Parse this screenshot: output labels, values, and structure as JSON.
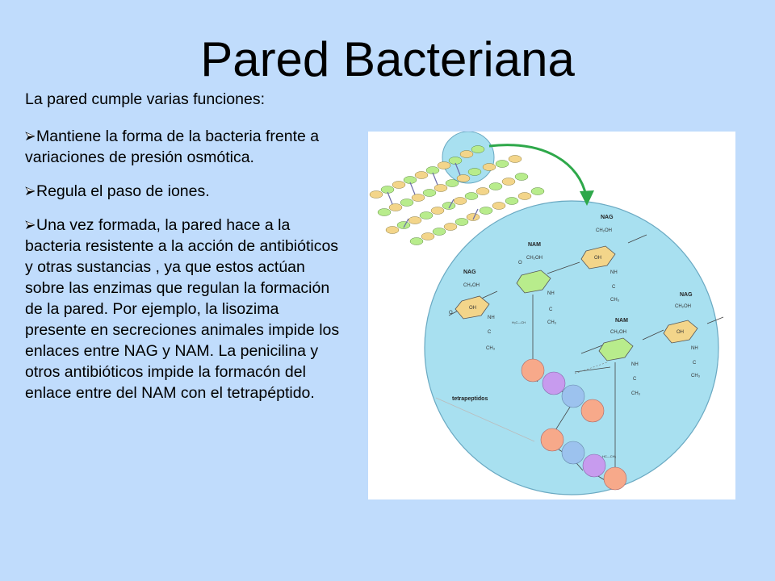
{
  "slide": {
    "title": "Pared Bacteriana",
    "intro": "La pared cumple varias funciones:",
    "bullets": [
      "Mantiene la forma de la bacteria frente a variaciones de presión osmótica.",
      "Regula el paso de iones.",
      "Una vez formada, la pared hace a la bacteria resistente a la acción de antibióticos y otras sustancias , ya que estos actúan sobre las enzimas que regulan la formación de la pared. Por ejemplo, la lisozima presente en secreciones animales impide los enlaces entre NAG y NAM. La penicilina y otros antibióticos  impide la formacón del enlace entre del NAM con el tetrapéptido."
    ]
  },
  "figure": {
    "labels": {
      "nag": "NAG",
      "nam": "NAM",
      "tetrapeptidos": "tetrapeptidos",
      "ch2oh": "CH₂OH",
      "oh": "OH",
      "o": "O",
      "nh": "NH",
      "c": "C",
      "ch3": "CH₃",
      "h3c_ch": "H₃C—CH",
      "hc_ch3": "HC—CH₃"
    }
  },
  "colors": {
    "background": "#c0dcfc",
    "nag_ring": "#f3d58a",
    "nam_ring": "#b8ec8c",
    "circle_fill": "#a8e0f0",
    "arrow": "#2ea84a",
    "bead_salmon": "#f7a98a",
    "bead_purple": "#c79bee",
    "bead_blue": "#9cc2ee"
  }
}
